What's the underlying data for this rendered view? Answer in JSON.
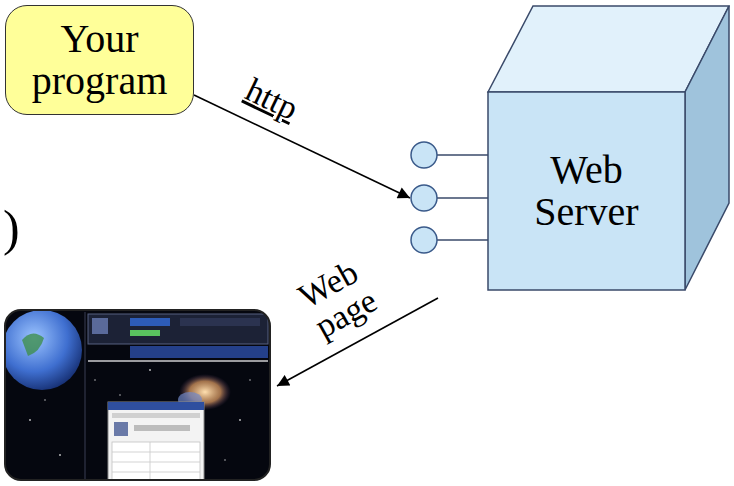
{
  "diagram": {
    "nodes": [
      {
        "text": [
          "Your program"
        ]
      },
      {
        "text": [
          "Web Server"
        ]
      }
    ],
    "edges": [
      {
        "from": 0,
        "to": 1,
        "arrow": "to",
        "label": "http"
      }
    ],
    "labels": [
      "Web page",
      ")"
    ]
  }
}
